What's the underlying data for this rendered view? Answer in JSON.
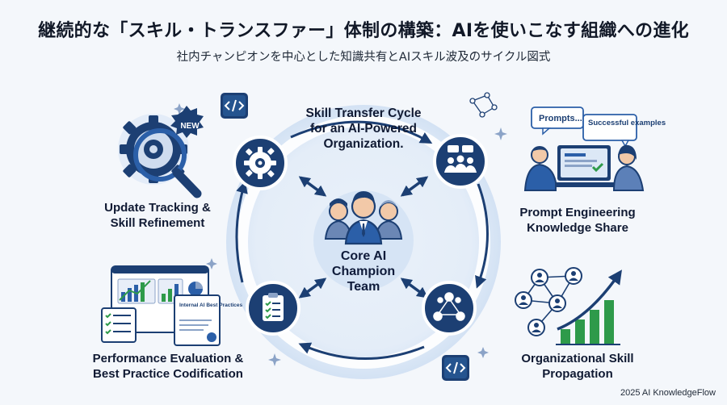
{
  "header": {
    "title": "継続的な「スキル・トランスファー」体制の構築：AIを使いこなす組織への進化",
    "subtitle": "社内チャンピオンを中心とした知識共有とAIスキル波及のサイクル図式"
  },
  "cycle": {
    "title_lines": [
      "Skill Transfer Cycle",
      "for an AI-Powered",
      "Organization."
    ],
    "core_lines": [
      "Core AI",
      "Champion",
      "Team"
    ]
  },
  "stages": {
    "update": {
      "lines": [
        "Update Tracking &",
        "Skill Refinement"
      ],
      "badge": "NEW"
    },
    "prompt": {
      "lines": [
        "Prompt Engineering",
        "Knowledge Share"
      ],
      "bubble_prompts": "Prompts...",
      "bubble_examples": "Successful examples"
    },
    "evaluation": {
      "lines": [
        "Performance Evaluation &",
        "Best Practice Codification"
      ],
      "doc_title": "Internal AI Best Practices"
    },
    "propagation": {
      "lines": [
        "Organizational Skill",
        "Propagation"
      ]
    }
  },
  "icons": {
    "code": "code-icon",
    "gear": "gear-icon",
    "people": "people-icon",
    "checklist": "checklist-icon",
    "network": "network-icon",
    "magnifier": "magnifier-icon",
    "sparkle": "sparkle-icon"
  },
  "colors": {
    "navy": "#1c3f73",
    "blue": "#2b5fa8",
    "light_blue": "#dce8f6",
    "green": "#2e9a4a",
    "background": "#f4f7fb"
  },
  "footer": {
    "text": "2025 AI KnowledgeFlow"
  }
}
